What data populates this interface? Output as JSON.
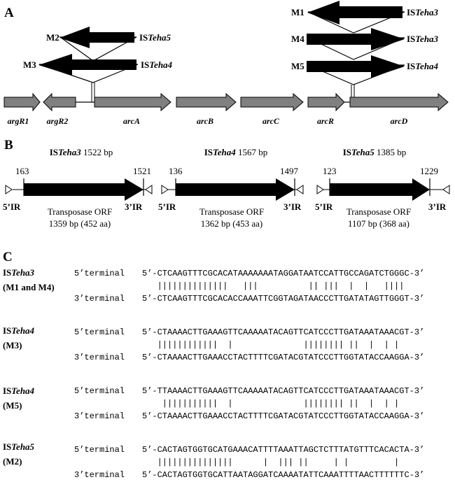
{
  "panels": {
    "a": "A",
    "b": "B",
    "c": "C"
  },
  "panelA": {
    "genes": [
      "argR1",
      "argR2",
      "arcA",
      "arcB",
      "arcC",
      "arcR",
      "arcD"
    ],
    "insertions": [
      {
        "id": "M2",
        "prefix": "IS",
        "name": "Teha5"
      },
      {
        "id": "M3",
        "prefix": "IS",
        "name": "Teha4"
      },
      {
        "id": "M1",
        "prefix": "IS",
        "name": "Teha3"
      },
      {
        "id": "M4",
        "prefix": "IS",
        "name": "Teha3"
      },
      {
        "id": "M5",
        "prefix": "IS",
        "name": "Teha4"
      }
    ]
  },
  "panelB": {
    "elements": [
      {
        "prefix": "IS",
        "name": "Teha3",
        "size": " 1522 bp",
        "start": "163",
        "end": "1521",
        "left_ir": "5’IR",
        "right_ir": "3’IR",
        "orf_title": "Transposase ORF",
        "orf_size": "1359 bp (452 aa)"
      },
      {
        "prefix": "IS",
        "name": "Teha4",
        "size": " 1567 bp",
        "start": "136",
        "end": "1497",
        "left_ir": "5’IR",
        "right_ir": "3’IR",
        "orf_title": "Transposase ORF",
        "orf_size": "1362 bp (453 aa)"
      },
      {
        "prefix": "IS",
        "name": "Teha5",
        "size": " 1385 bp",
        "start": "123",
        "end": "1229",
        "left_ir": "5’IR",
        "right_ir": "3’IR",
        "orf_title": "Transposase ORF",
        "orf_size": "1107 bp (368 aa)"
      }
    ]
  },
  "panelC": {
    "blocks": [
      {
        "prefix": "IS",
        "name": "Teha3",
        "sub": "(M1 and M4)",
        "label5": "5’terminal",
        "label3": "3’terminal",
        "seq5": "5’-CTCAAGTTTCGCACATAAAAAAATAGGATAATCCATTGCCAGATCTGGGC-3’",
        "match": "   ||||||||||||||   |||          || |||  |  |   ||||",
        "seq3": "5’-CTCAAGTTTCGCACACCAAATTCGGTAGATAACCCTTGATATAGTTGGGT-3’"
      },
      {
        "prefix": "IS",
        "name": "Teha4",
        "sub": "(M3)",
        "label5": "5’terminal",
        "label3": "3’terminal",
        "seq5": "5’-CTAAAACTTGAAAGTTCAAAAATACAGTTCATCCCTTGATAAATAAACGT-3’",
        "match": "   ||||||||||||  |              |||||||| ||  |  | |",
        "seq3": "5’-CTAAAACTTGAAACCTACTTTTCGATACGTATCCCTTGGTATACCAAGGA-3’"
      },
      {
        "prefix": "IS",
        "name": "Teha4",
        "sub": "(M5)",
        "label5": "5’terminal",
        "label3": "3’terminal",
        "seq5": "5’-TTAAAACTTGAAAGTTCAAAAATACAGTTCATCCCTTGATAAATAAACGT-3’",
        "match": "    |||||||||||  |              |||||||| ||  |  | |",
        "seq3": "5’-CTAAAACTTGAAACCTACTTTTCGATACGTATCCCTTGGTATACCAAGGA-3’"
      },
      {
        "prefix": "IS",
        "name": "Teha5",
        "sub": "(M2)",
        "label5": "5’terminal",
        "label3": "3’terminal",
        "seq5": "5’-CACTAGTGGTGCATGAAACATTTTAAATTAGCTCTTTATGTTTCACACTA-3’",
        "match": "   |||||||||||||||      |  ||| ||     | |         |",
        "seq3": "5’-CACTAGTGGTGCATTAATAGGATCAAAATATTCAAATTTTAACTTTTTTC-3’"
      }
    ]
  }
}
